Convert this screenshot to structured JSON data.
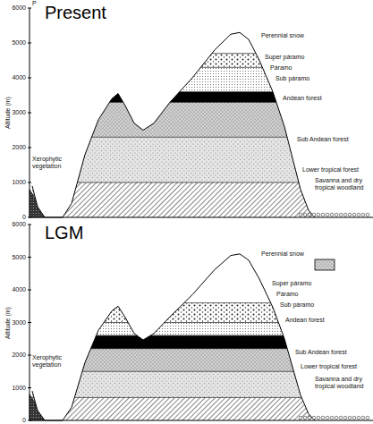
{
  "diagram": {
    "labels": [
      "P",
      "Present",
      "6000",
      "5000",
      "4000",
      "3000",
      "2000",
      "1000",
      "0",
      "Altitude (m)",
      "Perennial snow",
      "Super páramo",
      "Páramo",
      "Sub páramo",
      "Andean forest",
      "Sub Andean forest",
      "Lower tropical forest",
      "Savanna and dry tropical woodland",
      "Xerophytic vegetation",
      "LGM",
      "6000",
      "5000",
      "4000",
      "3000",
      "2000",
      "1000",
      "0",
      "Altitude (m)",
      "Perennial snow",
      "Super páramo",
      "Páramo",
      "Sub páramo",
      "Andean forest",
      "Sub Andean forest",
      "Lower tropical forest",
      "Savanna and dry tropical woodland",
      "Xerophytic vegetation"
    ]
  }
}
